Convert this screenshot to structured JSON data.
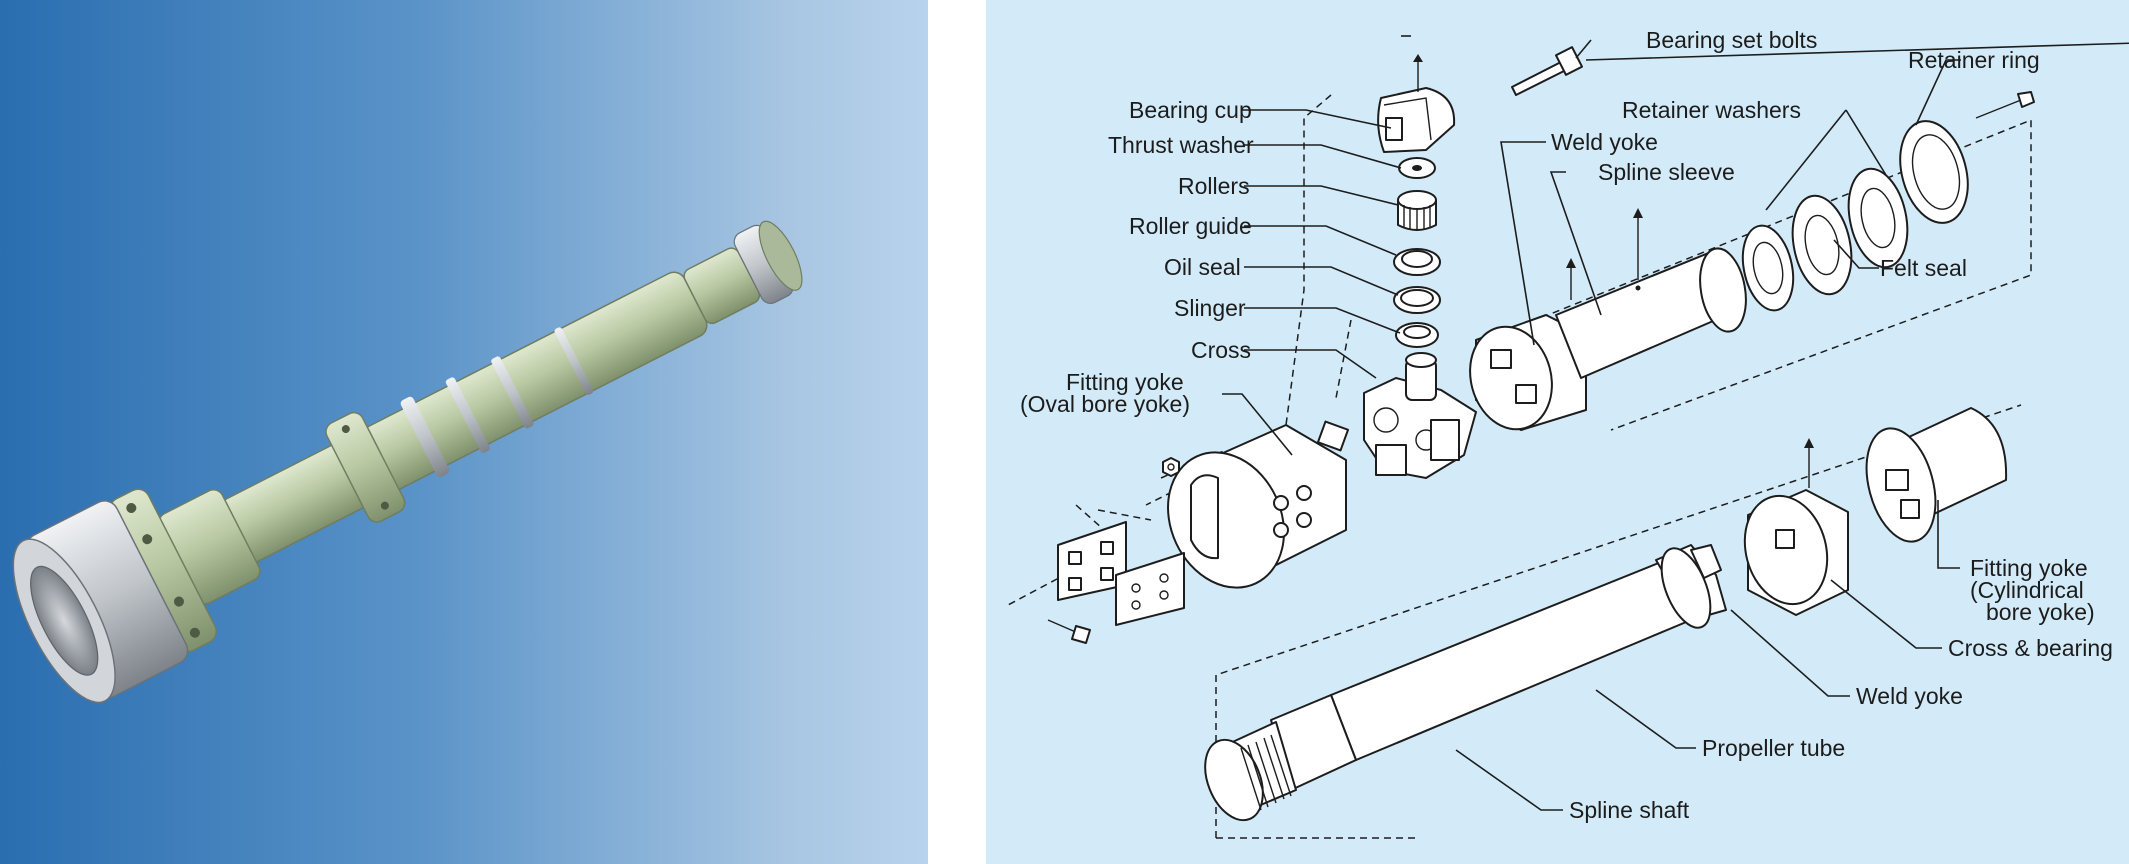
{
  "photo": {
    "subject_icon": "drive-shaft-photo-icon",
    "colors": {
      "bg_dark": "#2a6eb0",
      "bg_light": "#b8d3ec",
      "shaft": "#b8c8a2",
      "metal": "#c8ccd0"
    }
  },
  "diagram": {
    "colors": {
      "background": "#d3ebf8",
      "line": "#1d1d1d",
      "part_fill": "#ffffff"
    },
    "labels": {
      "bearing_set_bolts": "Bearing set bolts",
      "retainer_ring": "Retainer ring",
      "bearing_cup": "Bearing cup",
      "thrust_washer": "Thrust washer",
      "rollers": "Rollers",
      "roller_guide": "Roller guide",
      "oil_seal": "Oil seal",
      "slinger": "Slinger",
      "cross": "Cross",
      "weld_yoke_top": "Weld yoke",
      "spline_sleeve": "Spline sleeve",
      "retainer_washers": "Retainer washers",
      "felt_seal": "Felt seal",
      "fitting_yoke_oval_1": "Fitting yoke",
      "fitting_yoke_oval_2": "(Oval bore yoke)",
      "fitting_yoke_cyl_1": "Fitting yoke",
      "fitting_yoke_cyl_2": "(Cylindrical",
      "fitting_yoke_cyl_3": "bore yoke)",
      "cross_and_bearing": "Cross & bearing",
      "weld_yoke_bottom": "Weld yoke",
      "propeller_tube": "Propeller tube",
      "spline_shaft": "Spline shaft"
    }
  }
}
